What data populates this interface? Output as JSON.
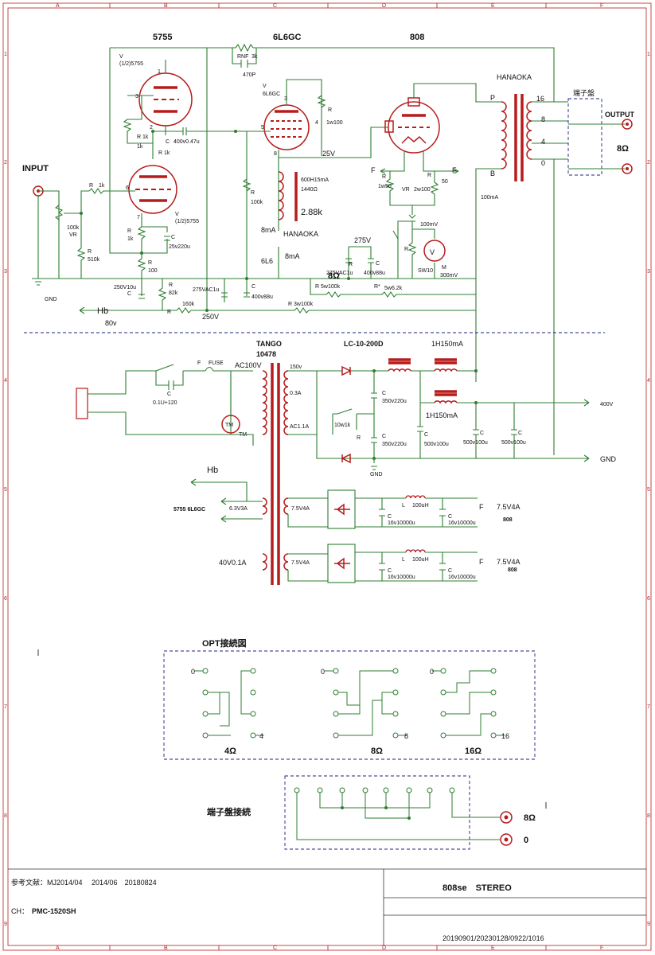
{
  "grid": {
    "cols": [
      "A",
      "B",
      "C",
      "D",
      "E",
      "F"
    ],
    "rows": [
      "1",
      "2",
      "3",
      "4",
      "5",
      "6",
      "7",
      "8",
      "9"
    ]
  },
  "headers": {
    "tube1": "5755",
    "tube2": "6L6GC",
    "tube3": "808",
    "opt_maker": "HANAOKA",
    "terminal_block": "端子盤",
    "output": "OUTPUT",
    "output_ohm": "8Ω",
    "input": "INPUT"
  },
  "output_taps": [
    "16",
    "8",
    "4",
    "0"
  ],
  "opt_labels": {
    "p": "P",
    "b": "B",
    "current": "100mA"
  },
  "stage1": {
    "v_label": "V\n(1/2)5755",
    "v1_line1": "V",
    "v1_line2": "(1/2)5755",
    "v2_line1": "V",
    "v2_line2": "(1/2)5755",
    "rnf": "RNF",
    "rnf_val": "3k",
    "nf_cap": "470P",
    "coupling_c": "C",
    "coupling_val": "400v0.47u",
    "r1k_a": "R\n1k",
    "r1k_b": "R\n1k",
    "r_in": "R",
    "r_in_val": "1k",
    "vr": "VR",
    "vr_val": "100k",
    "r510": "R\n510k",
    "r_k": "R\n1k",
    "c_k": "C\n25v220u",
    "r100": "R\n100",
    "c250": "250V10u\nC",
    "r82": "R\n82k",
    "r160": "160k",
    "r_label": "R",
    "gnd": "GND"
  },
  "stage2": {
    "v": "V",
    "name": "6L6GC",
    "r1w100": "R\n1w100",
    "pin5": "5",
    "pin4": "4",
    "pin3": "3",
    "pin8": "8",
    "r100k": "R\n100k",
    "choke": "600H15mA",
    "choke_r": "1440Ω",
    "choke_ratio": "2.88k",
    "choke_mfr": "HANAOKA",
    "current_8ma_a": "8mA",
    "current_8ma_b": "8mA",
    "tube_label": "6L6",
    "v25": "25V",
    "v275": "275V",
    "c_ac1u": "C\n275VAC1u",
    "c400_88": "C\n400v88u",
    "ohm8": "8Ω",
    "r5w100k": "R  5w100k",
    "r3w100k": "R    3w100k",
    "r_star": "R*",
    "r5w6_2k": "5w6.2k",
    "r_a": "R",
    "v275ac1u": "275VAC1u",
    "c400v88u_b": "400v88u",
    "c_b": "C"
  },
  "stage3": {
    "f_left": "F",
    "f_right": "F",
    "r1w50": "R\n1w50",
    "vr": "VR",
    "vr_val": "2w100",
    "r50": "R\n50",
    "meter": "100mV",
    "m_label": "M\n300mV",
    "sw": "SW10",
    "r": "R"
  },
  "supply_labels": {
    "hb": "Hb",
    "v80": "80v",
    "v250": "250V"
  },
  "power": {
    "tango": "TANGO",
    "model": "10478",
    "ac100": "AC100V",
    "fuse": "FUSE",
    "f": "F",
    "c01": "C\n0.1U+120",
    "tm": "TM",
    "tm2": "TM",
    "v150": "150v",
    "a03": "0.3A",
    "ac11": "AC1.1A",
    "rect": "LC-10-200D",
    "choke1": "1H150mA",
    "choke2": "1H150mA",
    "c350a": "C\n350v220u",
    "c350b": "C\n350v220u",
    "r10w1k": "10w1k\nR",
    "c500a": "C\n500v100u",
    "c500b": "C\n500v100u",
    "c500c": "C\n500v100u",
    "v400": "400V",
    "gnd": "GND",
    "gnd2": "GND"
  },
  "heaters": {
    "hb": "Hb",
    "tubes": "5755  6L6GC",
    "v63": "6.3V3A",
    "v40": "40V0.1A",
    "sec1": "7.5V4A",
    "sec2": "7.5V4A",
    "out1": "7.5V4A",
    "out2": "7.5V4A",
    "tube1": "808",
    "tube2": "808",
    "l1": "L",
    "l1v": "100uH",
    "l2": "L",
    "l2v": "100uH",
    "c_a": "C\n16v10000u",
    "c_b": "C\n16v10000u",
    "c_c": "C\n16v10000u",
    "c_d": "C\n16v10000u",
    "f1": "F",
    "f2": "F"
  },
  "opt_diagram": {
    "title": "OPT接続図",
    "zero": "0",
    "tap4": "4",
    "tap8": "8",
    "tap16": "16",
    "l4": "4Ω",
    "l8": "8Ω",
    "l16": "16Ω"
  },
  "terminal_diagram": {
    "title": "端子盤接続",
    "o8": "8Ω",
    "o0": "0"
  },
  "footer": {
    "ref": "参考文献：MJ2014/04　 2014/06　20180824",
    "ch_label": "CH：",
    "ch": "PMC-1520SH",
    "title": "808se　STEREO",
    "dates": "20190901/20230128/0922/1016"
  }
}
